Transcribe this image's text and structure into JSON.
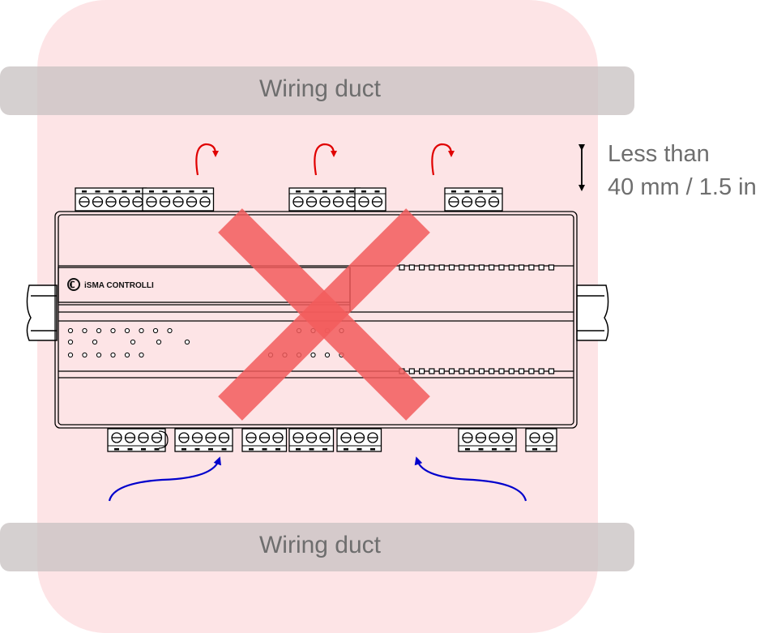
{
  "ducts": {
    "top_label": "Wiring duct",
    "bottom_label": "Wiring duct"
  },
  "distance": {
    "line1": "Less than",
    "line2": "40 mm / 1.5 in"
  },
  "device": {
    "brand": "iSMA CONTROLLI"
  },
  "colors": {
    "zone_fill": "#fde4e6",
    "duct_fill": "#c9c3c3",
    "cross": "#f25c5c",
    "up_arrow": "#e00000",
    "down_arrow": "#0000cc",
    "text_gray": "#6e6e6e"
  },
  "icons": {
    "incorrect_mark": "cross-icon",
    "distance_marker": "double-arrow-icon"
  }
}
